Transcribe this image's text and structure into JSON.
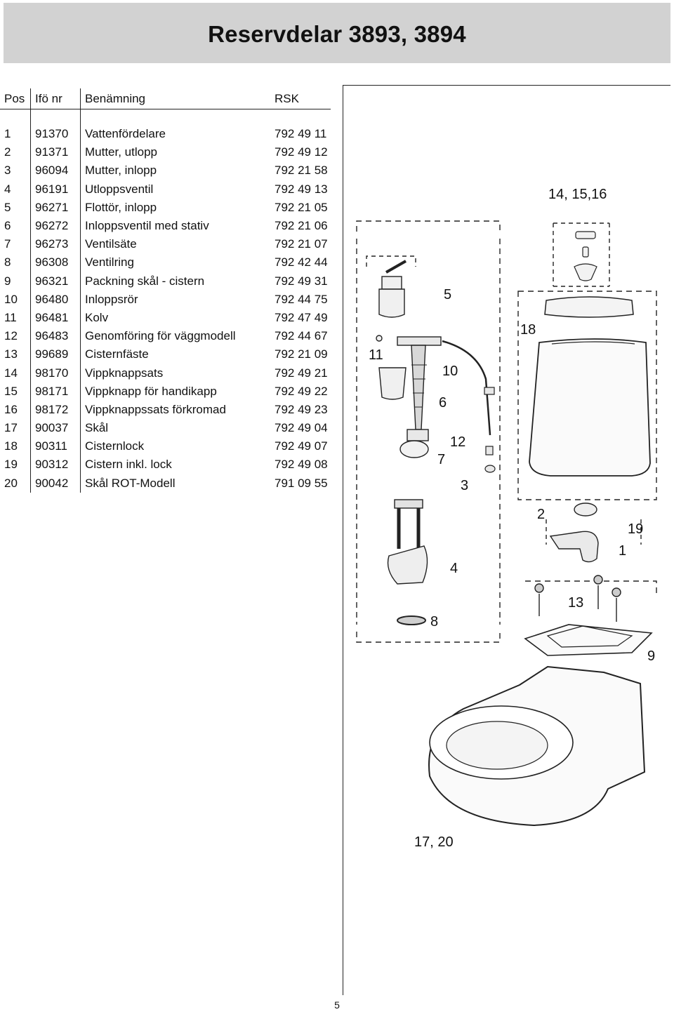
{
  "title": "Reservdelar 3893, 3894",
  "table": {
    "headers": {
      "pos": "Pos",
      "ifo": "Ifö nr",
      "name": "Benämning",
      "rsk": "RSK"
    },
    "rows": [
      {
        "pos": "1",
        "ifo": "91370",
        "name": "Vattenfördelare",
        "rsk": "792 49 11"
      },
      {
        "pos": "2",
        "ifo": "91371",
        "name": "Mutter, utlopp",
        "rsk": "792 49 12"
      },
      {
        "pos": "3",
        "ifo": "96094",
        "name": "Mutter, inlopp",
        "rsk": "792 21 58"
      },
      {
        "pos": "4",
        "ifo": "96191",
        "name": "Utloppsventil",
        "rsk": "792 49 13"
      },
      {
        "pos": "5",
        "ifo": "96271",
        "name": "Flottör, inlopp",
        "rsk": "792 21 05"
      },
      {
        "pos": "6",
        "ifo": "96272",
        "name": "Inloppsventil med stativ",
        "rsk": "792 21 06"
      },
      {
        "pos": "7",
        "ifo": "96273",
        "name": "Ventilsäte",
        "rsk": "792 21 07"
      },
      {
        "pos": "8",
        "ifo": "96308",
        "name": "Ventilring",
        "rsk": "792 42 44"
      },
      {
        "pos": "9",
        "ifo": "96321",
        "name": "Packning skål - cistern",
        "rsk": "792 49 31"
      },
      {
        "pos": "10",
        "ifo": "96480",
        "name": "Inloppsrör",
        "rsk": "792 44 75"
      },
      {
        "pos": "11",
        "ifo": "96481",
        "name": "Kolv",
        "rsk": "792 47 49"
      },
      {
        "pos": "12",
        "ifo": "96483",
        "name": "Genomföring för väggmodell",
        "rsk": "792 44 67"
      },
      {
        "pos": "13",
        "ifo": "99689",
        "name": "Cisternfäste",
        "rsk": "792 21 09"
      },
      {
        "pos": "14",
        "ifo": "98170",
        "name": "Vippknappsats",
        "rsk": "792 49 21"
      },
      {
        "pos": "15",
        "ifo": "98171",
        "name": "Vippknapp för handikapp",
        "rsk": "792 49 22"
      },
      {
        "pos": "16",
        "ifo": "98172",
        "name": "Vippknappssats förkromad",
        "rsk": "792 49 23"
      },
      {
        "pos": "17",
        "ifo": "90037",
        "name": "Skål",
        "rsk": "792 49 04"
      },
      {
        "pos": "18",
        "ifo": "90311",
        "name": "Cisternlock",
        "rsk": "792 49 07"
      },
      {
        "pos": "19",
        "ifo": "90312",
        "name": "Cistern inkl. lock",
        "rsk": "792 49 08"
      },
      {
        "pos": "20",
        "ifo": "90042",
        "name": "Skål ROT-Modell",
        "rsk": "791 09 55"
      }
    ]
  },
  "callouts": {
    "c14_15_16": "14, 15,16",
    "c5": "5",
    "c18": "18",
    "c11": "11",
    "c10": "10",
    "c6": "6",
    "c12": "12",
    "c7": "7",
    "c3": "3",
    "c2": "2",
    "c19": "19",
    "c1": "1",
    "c4": "4",
    "c13": "13",
    "c8": "8",
    "c9": "9",
    "c17_20": "17, 20"
  },
  "page_number": "5"
}
